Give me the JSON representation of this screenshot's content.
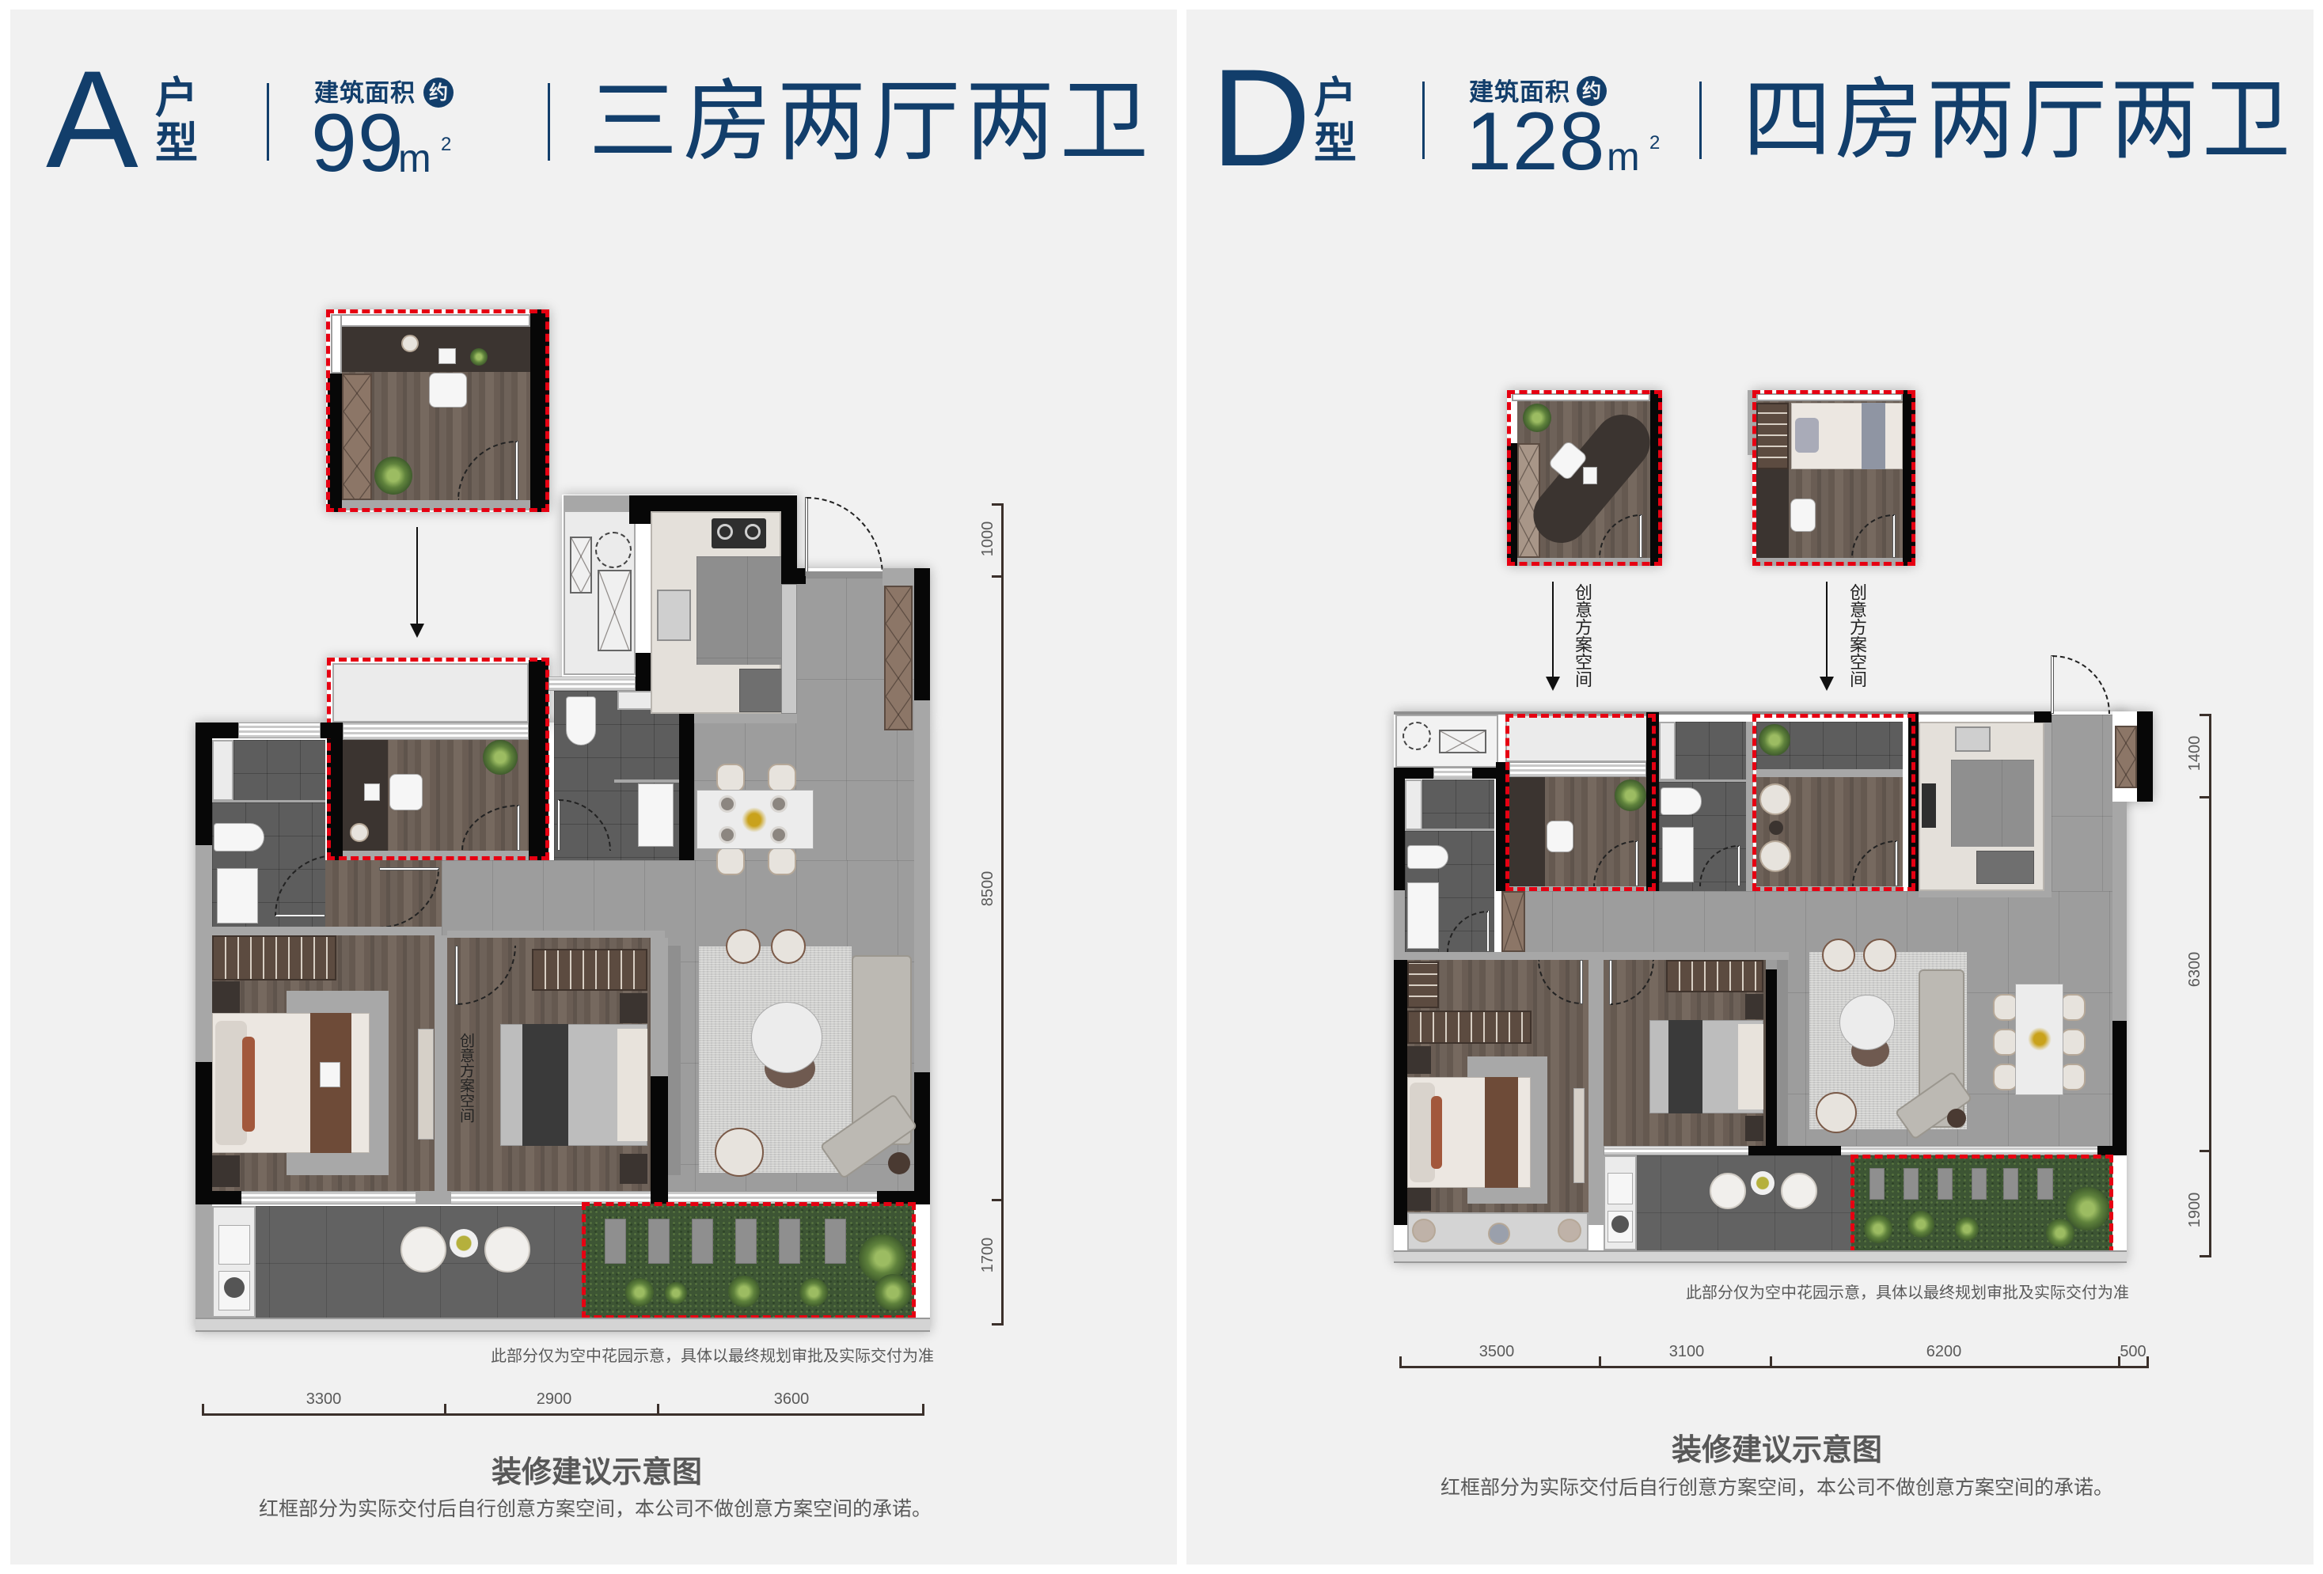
{
  "colors": {
    "brand_navy": "#123e6b",
    "creative_red": "#e60012",
    "text_gray": "#585858",
    "panel_bg": "#f1f1f1"
  },
  "plans": [
    {
      "unit_letter": "A",
      "unit_type_chars": [
        "户",
        "型"
      ],
      "area_label": "建筑面积",
      "area_badge": "约",
      "area_value": "99",
      "area_unit": "m",
      "area_unit_sup": "2",
      "layout_title": "三房两厅两卫",
      "creative_space_label": "创意方案空间",
      "garden_note": "此部分仅为空中花园示意，具体以最终规划审批及实际交付为准",
      "dims_right": [
        "1000",
        "8500",
        "1700"
      ],
      "dims_bottom": [
        "3300",
        "2900",
        "3600"
      ],
      "caption_title": "装修建议示意图",
      "caption_note": "红框部分为实际交付后自行创意方案空间，本公司不做创意方案空间的承诺。"
    },
    {
      "unit_letter": "D",
      "unit_type_chars": [
        "户",
        "型"
      ],
      "area_label": "建筑面积",
      "area_badge": "约",
      "area_value": "128",
      "area_unit": "m",
      "area_unit_sup": "2",
      "layout_title": "四房两厅两卫",
      "creative_space_label": "创意方案空间",
      "garden_note": "此部分仅为空中花园示意，具体以最终规划审批及实际交付为准",
      "dims_right": [
        "1400",
        "6300",
        "1900"
      ],
      "dims_bottom": [
        "3500",
        "3100",
        "6200",
        "500"
      ],
      "caption_title": "装修建议示意图",
      "caption_note": "红框部分为实际交付后自行创意方案空间，本公司不做创意方案空间的承诺。"
    }
  ]
}
